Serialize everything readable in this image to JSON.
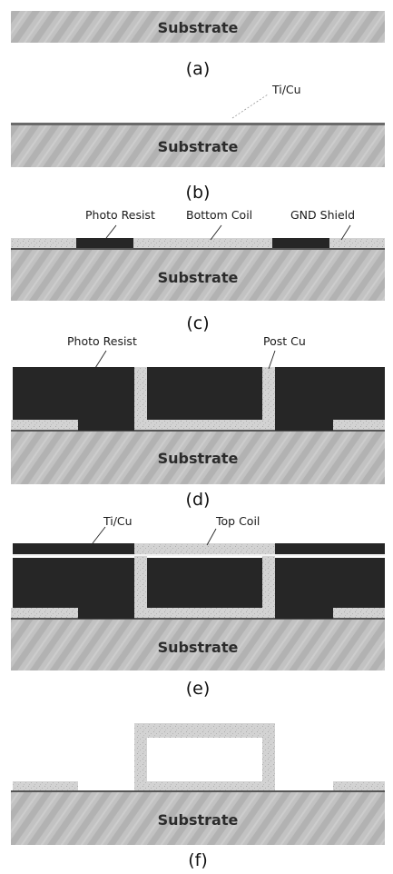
{
  "panels": {
    "a": {
      "caption": "(a)",
      "substrate": "Substrate"
    },
    "b": {
      "caption": "(b)",
      "substrate": "Substrate",
      "ticu": "Ti/Cu"
    },
    "c": {
      "caption": "(c)",
      "substrate": "Substrate",
      "photo_resist": "Photo Resist",
      "bottom_coil": "Bottom Coil",
      "gnd_shield": "GND Shield"
    },
    "d": {
      "caption": "(d)",
      "substrate": "Substrate",
      "photo_resist": "Photo Resist",
      "post_cu": "Post Cu"
    },
    "e": {
      "caption": "(e)",
      "substrate": "Substrate",
      "ticu": "Ti/Cu",
      "top_coil": "Top Coil"
    },
    "f": {
      "caption": "(f)",
      "substrate": "Substrate"
    }
  },
  "colors": {
    "substrate": "#bdbdbd",
    "copper_layer": "#cfcfcf",
    "photo_resist": "#2a2a2a",
    "seed_line": "#555555"
  }
}
